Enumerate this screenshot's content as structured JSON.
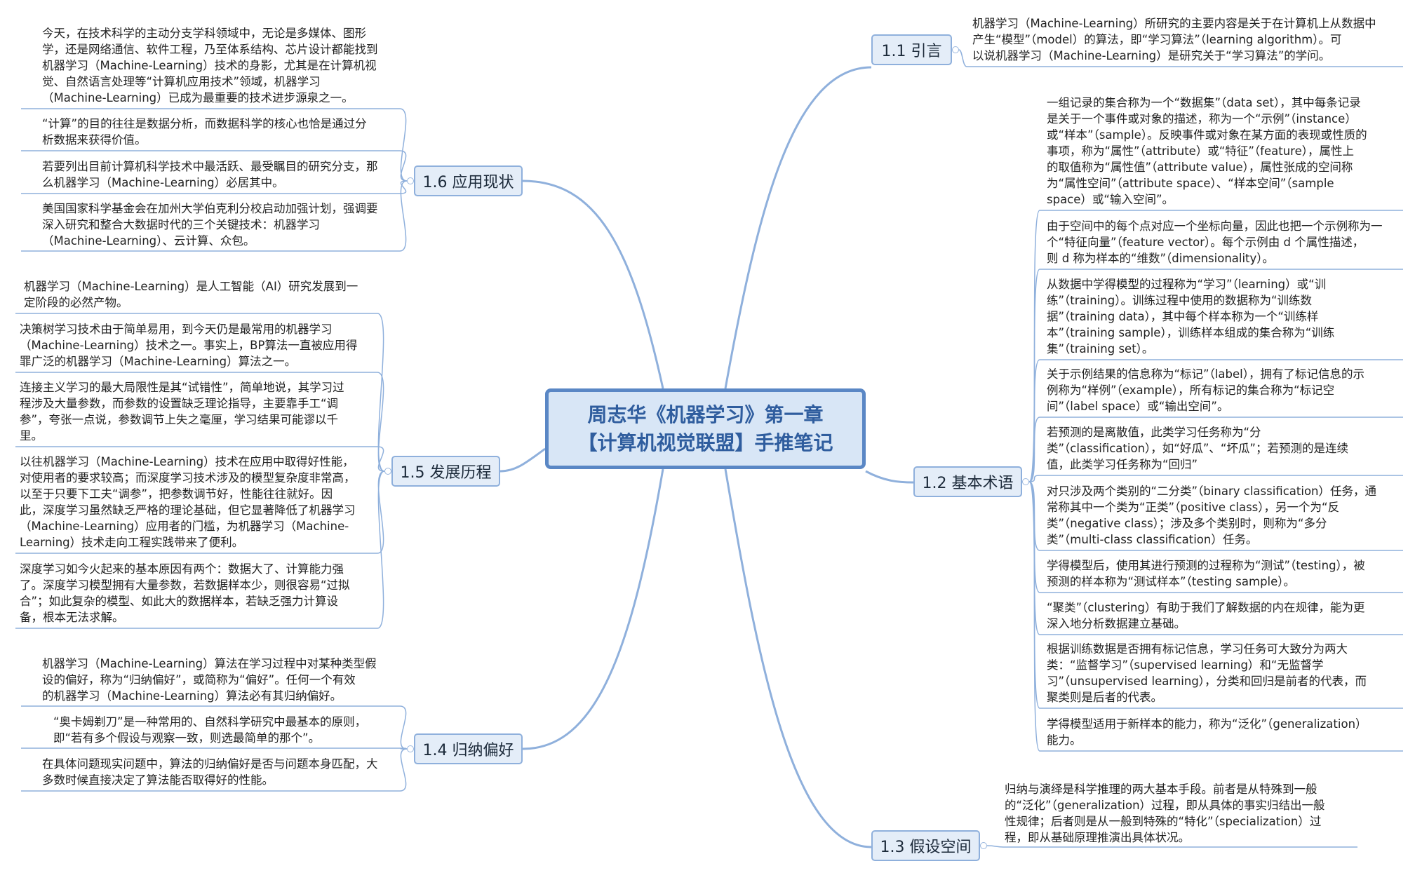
{
  "central": {
    "line1": "周志华《机器学习》第一章",
    "line2": "【计算机视觉联盟】手推笔记"
  },
  "colors": {
    "central_border": "#5a87c5",
    "central_fill": "#d8e6f6",
    "central_text": "#2f5d9e",
    "topic_fill": "#e4edf8",
    "topic_border": "#8fb0dc",
    "connector": "#8fb0dc"
  },
  "topics": {
    "t11": "1.1 引言",
    "t12": "1.2 基本术语",
    "t13": "1.3 假设空间",
    "t14": "1.4 归纳偏好",
    "t15": "1.5 发展历程",
    "t16": "1.6 应用现状"
  },
  "notes": {
    "n11_1": "机器学习（Machine-Learning）所研究的主要内容是关于在计算机上从数据中\n产生“模型”（model）的算法，即“学习算法”（learning algorithm）。可\n以说机器学习（Machine-Learning）是研究关于“学习算法”的学问。",
    "n12_1": "一组记录的集合称为一个“数据集”（data set），其中每条记录\n是关于一个事件或对象的描述，称为一个“示例”（instance）\n或“样本”（sample）。反映事件或对象在某方面的表现或性质的\n事项，称为“属性”（attribute）或“特征”（feature），属性上\n的取值称为“属性值”（attribute value），属性张成的空间称\n为“属性空间”（attribute space）、“样本空间”（sample\nspace）或“输入空间”。",
    "n12_2": "由于空间中的每个点对应一个坐标向量，因此也把一个示例称为一\n个“特征向量”（feature vector）。每个示例由 d 个属性描述，\n则 d 称为样本的“维数”（dimensionality）。",
    "n12_3": "从数据中学得模型的过程称为“学习”（learning）或“训\n练”（training）。训练过程中使用的数据称为“训练数\n据”（training data），其中每个样本称为一个“训练样\n本”（training sample），训练样本组成的集合称为“训练\n集”（training set）。",
    "n12_4": "关于示例结果的信息称为“标记”（label），拥有了标记信息的示\n例称为“样例”（example），所有标记的集合称为“标记空\n间”（label space）或“输出空间”。",
    "n12_5": "若预测的是离散值，此类学习任务称为“分\n类”（classification），如“好瓜”、“坏瓜”；若预测的是连续\n值，此类学习任务称为“回归”",
    "n12_6": "对只涉及两个类别的“二分类”（binary classification）任务，通\n常称其中一个类为“正类”（positive class），另一个为“反\n类”（negative class）；涉及多个类别时，则称为“多分\n类”（multi-class classification）任务。",
    "n12_7": "学得模型后，使用其进行预测的过程称为“测试”（testing），被\n预测的样本称为“测试样本”（testing sample）。",
    "n12_8": "“聚类”（clustering）有助于我们了解数据的内在规律，能为更\n深入地分析数据建立基础。",
    "n12_9": "根据训练数据是否拥有标记信息，学习任务可大致分为两大\n类：“监督学习”（supervised learning）和“无监督学\n习”（unsupervised learning），分类和回归是前者的代表，而\n聚类则是后者的代表。",
    "n12_10": "学得模型适用于新样本的能力，称为“泛化”（generalization）\n能力。",
    "n13_1": "归纳与演绎是科学推理的两大基本手段。前者是从特殊到一般\n的“泛化”（generalization）过程，即从具体的事实归结出一般\n性规律；后者则是从一般到特殊的“特化”（specialization）过\n程，即从基础原理推演出具体状况。",
    "n14_1": "机器学习（Machine-Learning）算法在学习过程中对某种类型假\n设的偏好，称为“归纳偏好”，或简称为“偏好”。任何一个有效\n的机器学习（Machine-Learning）算法必有其归纳偏好。",
    "n14_2": "“奥卡姆剃刀”是一种常用的、自然科学研究中最基本的原则，\n即“若有多个假设与观察一致，则选最简单的那个”。",
    "n14_3": "在具体问题现实问题中，算法的归纳偏好是否与问题本身匹配，大\n多数时候直接决定了算法能否取得好的性能。",
    "n15_1": "机器学习（Machine-Learning）是人工智能（AI）研究发展到一\n定阶段的必然产物。",
    "n15_2": "决策树学习技术由于简单易用，到今天仍是最常用的机器学习\n（Machine-Learning）技术之一。事实上，BP算法一直被应用得\n罪广泛的机器学习（Machine-Learning）算法之一。",
    "n15_3": "连接主义学习的最大局限性是其“试错性”，简单地说，其学习过\n程涉及大量参数，而参数的设置缺乏理论指导，主要靠手工“调\n参”，夸张一点说，参数调节上失之毫厘，学习结果可能谬以千\n里。",
    "n15_4": "以往机器学习（Machine-Learning）技术在应用中取得好性能，\n对使用者的要求较高；而深度学习技术涉及的模型复杂度非常高，\n以至于只要下工夫“调参”，把参数调节好，性能往往就好。因\n此，深度学习虽然缺乏严格的理论基础，但它显著降低了机器学习\n（Machine-Learning）应用者的门槛，为机器学习（Machine-\nLearning）技术走向工程实践带来了便利。",
    "n15_5": "深度学习如今火起来的基本原因有两个：数据大了、计算能力强\n了。深度学习模型拥有大量参数，若数据样本少，则很容易“过拟\n合”；如此复杂的模型、如此大的数据样本，若缺乏强力计算设\n备，根本无法求解。",
    "n16_1": "今天，在技术科学的主动分支学科领域中，无论是多媒体、图形\n学，还是网络通信、软件工程，乃至体系结构、芯片设计都能找到\n机器学习（Machine-Learning）技术的身影，尤其是在计算机视\n觉、自然语言处理等“计算机应用技术”领域，机器学习\n（Machine-Learning）已成为最重要的技术进步源泉之一。",
    "n16_2": "“计算”的目的往往是数据分析，而数据科学的核心也恰是通过分\n析数据来获得价值。",
    "n16_3": "若要列出目前计算机科学技术中最活跃、最受瞩目的研究分支，那\n么机器学习（Machine-Learning）必居其中。",
    "n16_4": "美国国家科学基金会在加州大学伯克利分校启动加强计划，强调要\n深入研究和整合大数据时代的三个关键技术：机器学习\n（Machine-Learning）、云计算、众包。"
  }
}
